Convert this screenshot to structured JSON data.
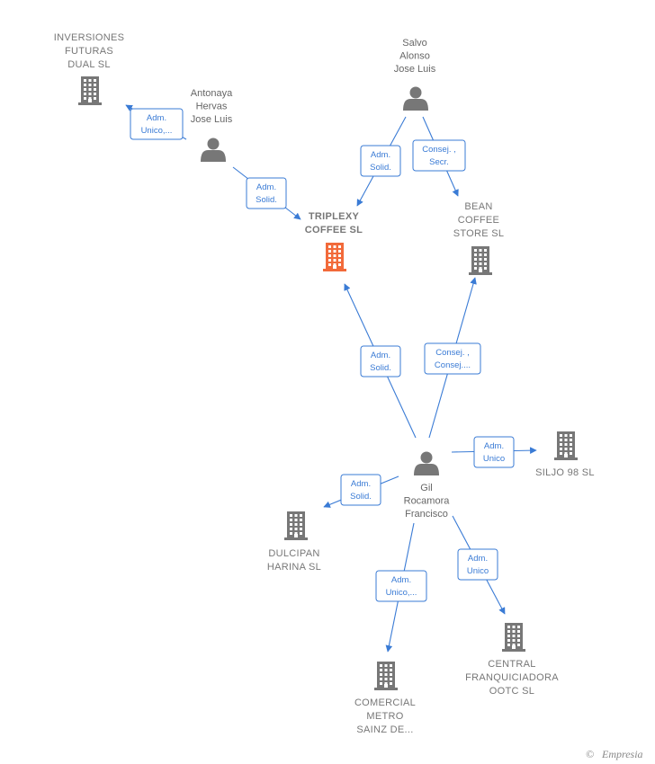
{
  "colors": {
    "edge": "#3a7bd5",
    "company": "#777777",
    "person": "#777777",
    "main_company": "#f26a3a"
  },
  "nodes": [
    {
      "id": "triplexy",
      "type": "company",
      "main": true,
      "lines": [
        "TRIPLEXY",
        "COFFEE  SL"
      ]
    },
    {
      "id": "inversiones",
      "type": "company",
      "lines": [
        "INVERSIONES",
        "FUTURAS",
        "DUAL  SL"
      ]
    },
    {
      "id": "antonaya",
      "type": "person",
      "lines": [
        "Antonaya",
        "Hervas",
        "Jose Luis"
      ]
    },
    {
      "id": "salvo",
      "type": "person",
      "lines": [
        "Salvo",
        "Alonso",
        "Jose Luis"
      ]
    },
    {
      "id": "bean",
      "type": "company",
      "lines": [
        "BEAN",
        "COFFEE",
        "STORE  SL"
      ]
    },
    {
      "id": "gil",
      "type": "person",
      "lines": [
        "Gil",
        "Rocamora",
        "Francisco"
      ]
    },
    {
      "id": "siljo",
      "type": "company",
      "lines": [
        "SILJO 98 SL"
      ]
    },
    {
      "id": "dulcipan",
      "type": "company",
      "lines": [
        "DULCIPAN",
        "HARINA  SL"
      ]
    },
    {
      "id": "comercial",
      "type": "company",
      "lines": [
        "COMERCIAL",
        "METRO",
        "SAINZ DE..."
      ]
    },
    {
      "id": "central",
      "type": "company",
      "lines": [
        "CENTRAL",
        "FRANQUICIADORA",
        "OOTC  SL"
      ]
    }
  ],
  "edges": [
    {
      "from": "antonaya",
      "to": "inversiones",
      "lines": [
        "Adm.",
        "Unico,..."
      ]
    },
    {
      "from": "antonaya",
      "to": "triplexy",
      "lines": [
        "Adm.",
        "Solid."
      ]
    },
    {
      "from": "salvo",
      "to": "triplexy",
      "lines": [
        "Adm.",
        "Solid."
      ]
    },
    {
      "from": "salvo",
      "to": "bean",
      "lines": [
        "Consej. ,",
        "Secr."
      ]
    },
    {
      "from": "gil",
      "to": "triplexy",
      "lines": [
        "Adm.",
        "Solid."
      ]
    },
    {
      "from": "gil",
      "to": "bean",
      "lines": [
        "Consej. ,",
        "Consej...."
      ]
    },
    {
      "from": "gil",
      "to": "siljo",
      "lines": [
        "Adm.",
        "Unico"
      ]
    },
    {
      "from": "gil",
      "to": "dulcipan",
      "lines": [
        "Adm.",
        "Solid."
      ]
    },
    {
      "from": "gil",
      "to": "comercial",
      "lines": [
        "Adm.",
        "Unico,..."
      ]
    },
    {
      "from": "gil",
      "to": "central",
      "lines": [
        "Adm.",
        "Unico"
      ]
    }
  ],
  "footer": {
    "copyright": "©",
    "brand": "Empresia"
  }
}
